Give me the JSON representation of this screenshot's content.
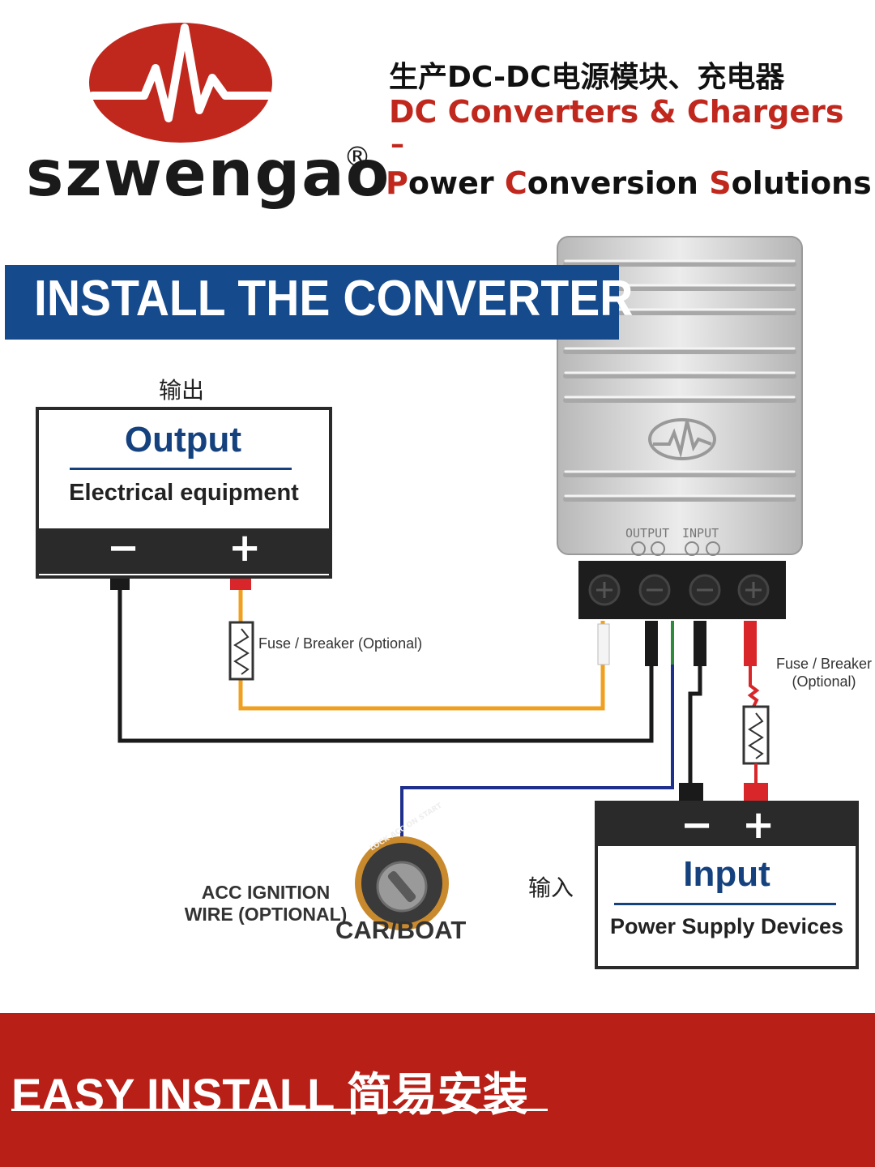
{
  "header": {
    "brand": "szwengao",
    "registered_mark": "®",
    "tagline_cn": "生产DC-DC电源模块、充电器",
    "tagline_en": "DC Converters & Chargers",
    "tagline_dash": "–",
    "tagline_solutions": {
      "p1": "P",
      "p2": "ower ",
      "c1": "C",
      "c2": "onversion ",
      "s1": "S",
      "s2": "olutions"
    }
  },
  "banner": {
    "title": "INSTALL THE CONVERTER"
  },
  "output": {
    "label_cn": "输出",
    "title": "Output",
    "subtitle": "Electrical equipment",
    "minus": "−",
    "plus": "+"
  },
  "input": {
    "label_cn": "输入",
    "title": "Input",
    "subtitle": "Power Supply Devices",
    "minus": "−",
    "plus": "+"
  },
  "converter": {
    "terminal_label_output": "OUTPUT",
    "terminal_label_input": "INPUT"
  },
  "labels": {
    "fuse_output": "Fuse / Breaker (Optional)",
    "fuse_input_line1": "Fuse / Breaker",
    "fuse_input_line2": "(Optional)",
    "acc_line1": "ACC IGNITION",
    "acc_line2": "WIRE (OPTIONAL)",
    "car_boat": "CAR/BOAT",
    "ignition_ring": "LOCK ACC ON START"
  },
  "footer": {
    "text": "EASY INSTALL 简易安装"
  },
  "colors": {
    "brand_red": "#c0281e",
    "banner_blue": "#154a8c",
    "title_blue": "#15427e",
    "footer_red": "#b71f17",
    "wire_black": "#1a1a1a",
    "wire_red": "#d8262a",
    "wire_orange": "#f0a020",
    "wire_blue": "#1e2f8c",
    "wire_green": "#2e8b3a"
  }
}
